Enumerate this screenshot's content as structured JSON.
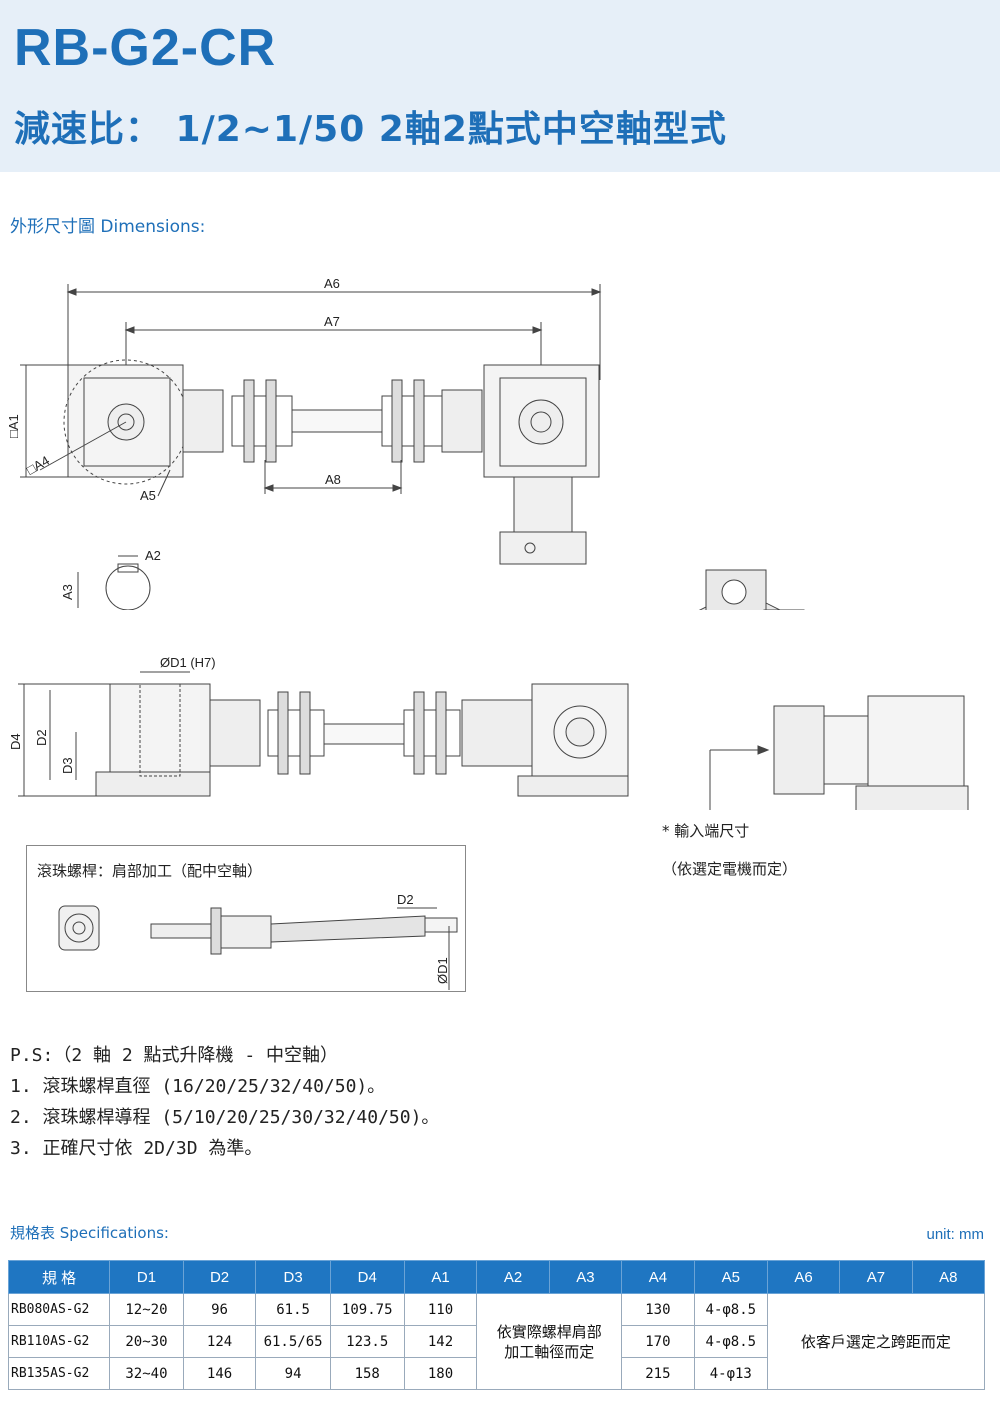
{
  "header": {
    "model": "RB-G2-CR",
    "subtitle": "減速比： 1/2~1/50 2軸2點式中空軸型式"
  },
  "dimensions_title": "外形尺寸圖 Dimensions:",
  "drawing_labels": {
    "A6": "A6",
    "A7": "A7",
    "A8": "A8",
    "A1": "□A1",
    "A4": "□A4",
    "A5": "A5",
    "A2": "A2",
    "A3": "A3",
    "D1H7": "ØD1 (H7)",
    "D4": "D4",
    "D2": "D2",
    "D3": "D3",
    "screw_D2": "D2",
    "screw_D1": "ØD1"
  },
  "input_note": {
    "line1": "* 輸入端尺寸",
    "line2": "（依選定電機而定）"
  },
  "ballscrew_box": {
    "title": "滾珠螺桿：肩部加工（配中空軸）"
  },
  "ps": {
    "title": "P.S:（2 軸 2 點式升降機 - 中空軸）",
    "items": [
      "1. 滾珠螺桿直徑 (16/20/25/32/40/50)。",
      "2. 滾珠螺桿導程 (5/10/20/25/30/32/40/50)。",
      "3. 正確尺寸依 2D/3D 為準。"
    ]
  },
  "spec": {
    "title": "規格表 Specifications:",
    "unit": "unit: mm",
    "headers": [
      "規 格",
      "D1",
      "D2",
      "D3",
      "D4",
      "A1",
      "A2",
      "A3",
      "A4",
      "A5",
      "A6",
      "A7",
      "A8"
    ],
    "rows": [
      {
        "model": "RB080AS-G2",
        "D1": "12~20",
        "D2": "96",
        "D3": "61.5",
        "D4": "109.75",
        "A1": "110",
        "A4": "130",
        "A5": "4-φ8.5"
      },
      {
        "model": "RB110AS-G2",
        "D1": "20~30",
        "D2": "124",
        "D3": "61.5/65",
        "D4": "123.5",
        "A1": "142",
        "A4": "170",
        "A5": "4-φ8.5"
      },
      {
        "model": "RB135AS-G2",
        "D1": "32~40",
        "D2": "146",
        "D3": "94",
        "D4": "158",
        "A1": "180",
        "A4": "215",
        "A5": "4-φ13"
      }
    ],
    "merged_a2a3_line1": "依實際螺桿肩部",
    "merged_a2a3_line2": "加工軸徑而定",
    "merged_a6a8": "依客戶選定之跨距而定"
  }
}
